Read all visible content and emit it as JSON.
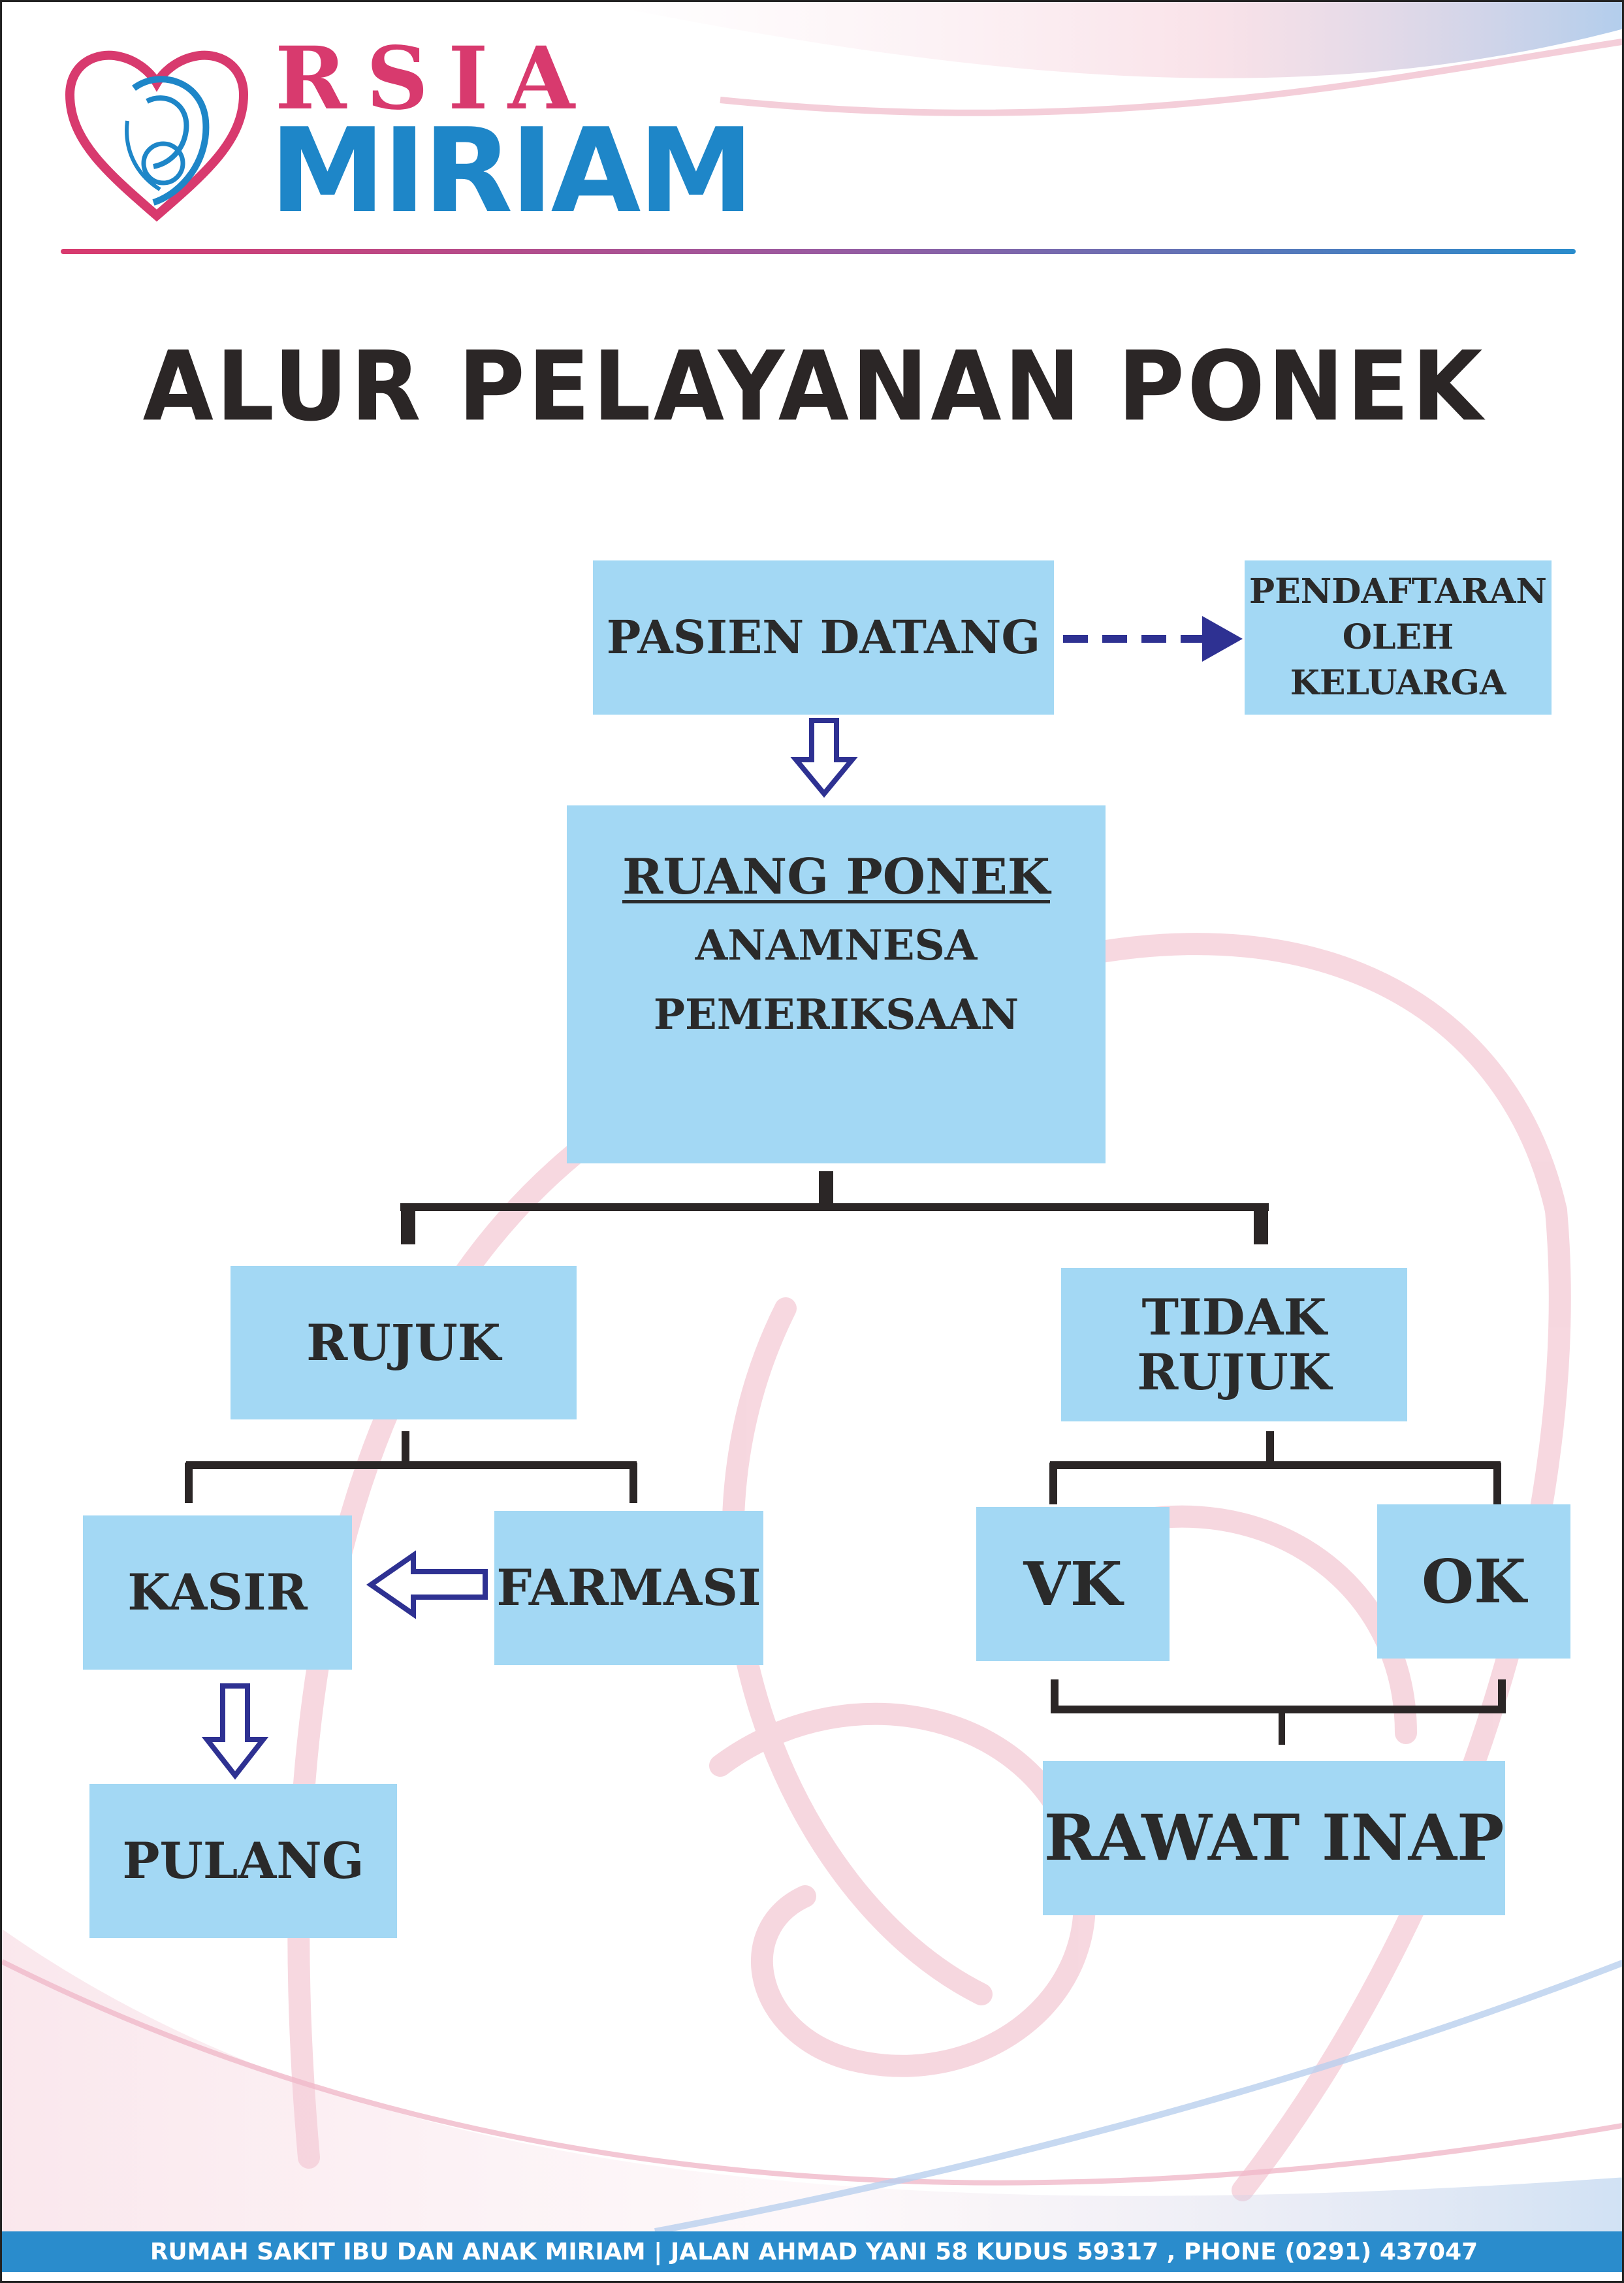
{
  "header": {
    "brand_line1": "RSIA",
    "brand_line2": "MIRIAM"
  },
  "title": "ALUR PELAYANAN PONEK",
  "flow": {
    "pasien_datang": "PASIEN DATANG",
    "pendaftaran": [
      "PENDAFTARAN",
      "OLEH KELUARGA"
    ],
    "ruang_ponek": {
      "heading": "RUANG PONEK",
      "lines": [
        "ANAMNESA",
        "PEMERIKSAAN"
      ]
    },
    "rujuk": "RUJUK",
    "tidak_rujuk": [
      "TIDAK",
      "RUJUK"
    ],
    "kasir": "KASIR",
    "farmasi": "FARMASI",
    "pulang": "PULANG",
    "vk": "VK",
    "ok": "OK",
    "rawat_inap": "RAWAT INAP"
  },
  "footer": {
    "text": "RUMAH SAKIT IBU DAN ANAK MIRIAM | JALAN AHMAD YANI 58 KUDUS 59317 , PHONE (0291) 437047"
  },
  "colors": {
    "box_fill": "#a3d8f4",
    "arrow_blue": "#2e3192",
    "connector": "#2b2626",
    "brand_pink": "#d83a6e",
    "brand_blue": "#1e86c8",
    "footer_blue": "#2a8ccc"
  }
}
